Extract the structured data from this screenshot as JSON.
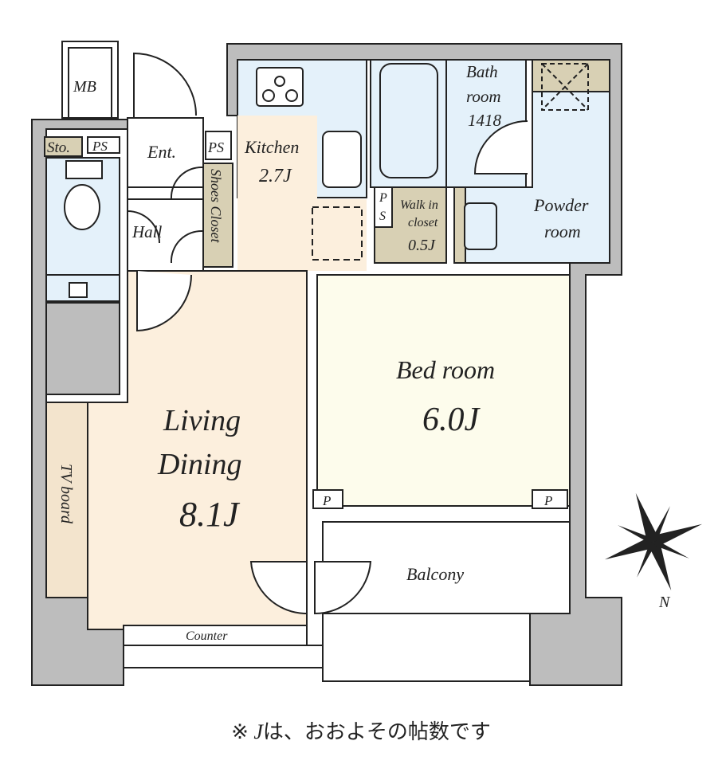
{
  "rooms": {
    "mb": "MB",
    "storage": "Sto.",
    "ps_toilet": "PS",
    "entrance": "Ent.",
    "ps_entrance": "PS",
    "hall": "Hall",
    "shoes_closet": "Shoes Closet",
    "kitchen": "Kitchen",
    "kitchen_size": "2.7J",
    "bathroom_line1": "Bath",
    "bathroom_line2": "room",
    "bathroom_size": "1418",
    "ps_walkin_1": "P",
    "ps_walkin_2": "S",
    "walkin_line1": "Walk in",
    "walkin_line2": "closet",
    "walkin_size": "0.5J",
    "powder_line1": "Powder",
    "powder_line2": "room",
    "bedroom": "Bed room",
    "bedroom_size": "6.0J",
    "living_line1": "Living",
    "living_line2": "Dining",
    "living_size": "8.1J",
    "tv_board": "TV board",
    "p_left": "P",
    "p_right": "P",
    "balcony": "Balcony",
    "counter": "Counter"
  },
  "compass": {
    "north_label": "N"
  },
  "footnote": {
    "symbol": "※",
    "unit": "J",
    "text": "は、おおよその帖数です"
  },
  "colors": {
    "wall": "#bdbdbd",
    "wet": "#e4f1fa",
    "living": "#fcefdd",
    "bedroom": "#fdfcec",
    "storage": "#d8d0b4"
  }
}
